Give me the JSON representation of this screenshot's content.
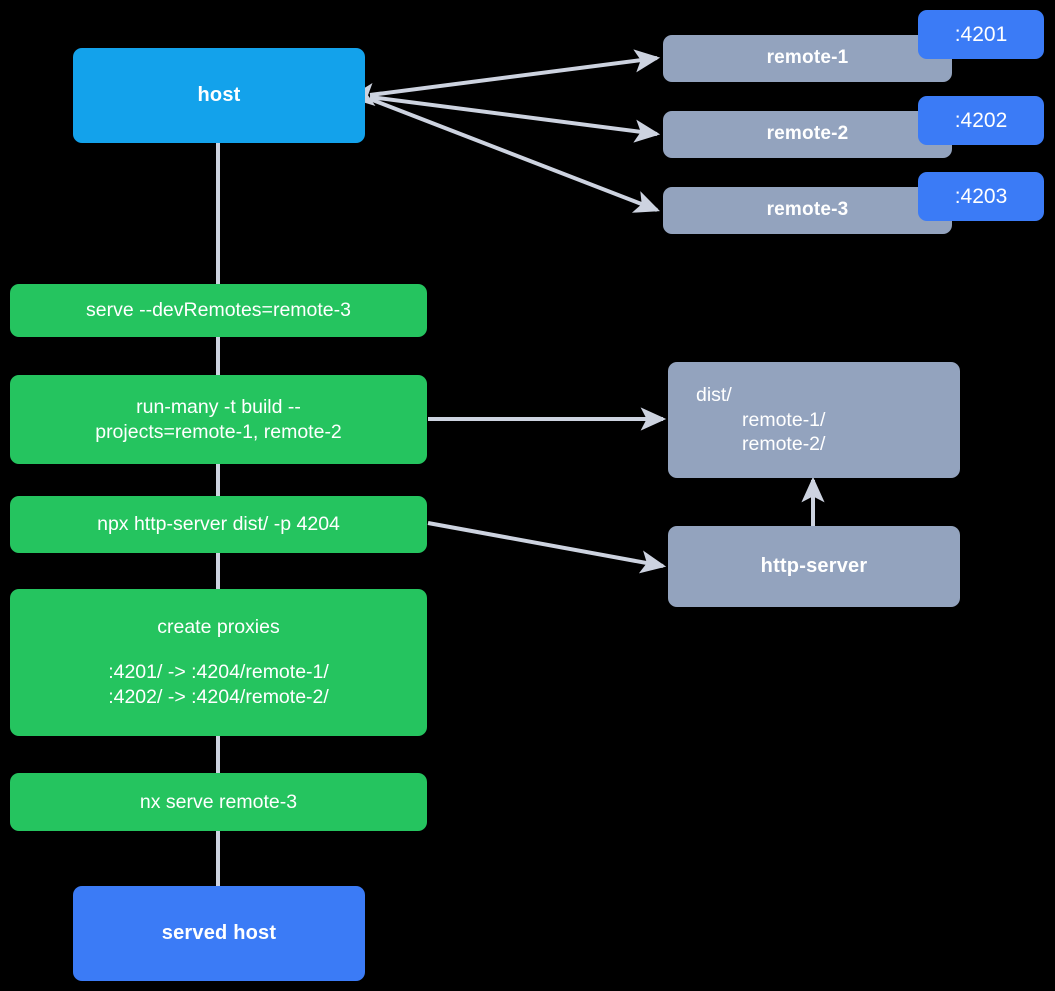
{
  "diagram": {
    "title": "Nx module federation host and remotes serve flow",
    "background": "#000000",
    "edge_color": "#cdd3e0",
    "colors": {
      "host": "#13a2eb",
      "served_host": "#3b7bf6",
      "remote": "#93a3be",
      "command": "#25c45f",
      "asset": "#93a3be",
      "service": "#93a3be",
      "badge": "#3b7bf6",
      "text": "#ffffff"
    }
  },
  "nodes": {
    "host": {
      "label": "host"
    },
    "remote_1": {
      "label": "remote-1",
      "port_badge": ":4201"
    },
    "remote_2": {
      "label": "remote-2",
      "port_badge": ":4202"
    },
    "remote_3": {
      "label": "remote-3",
      "port_badge": ":4203"
    },
    "cmd_serve": {
      "label": "serve --devRemotes=remote-3"
    },
    "cmd_run_many": {
      "line1": "run-many -t build --",
      "line2": "projects=remote-1, remote-2"
    },
    "cmd_http_server": {
      "label": "npx http-server dist/ -p 4204"
    },
    "cmd_create_proxies": {
      "line1": "create proxies",
      "line2": ":4201/ -> :4204/remote-1/",
      "line3": ":4202/ -> :4204/remote-2/"
    },
    "cmd_nx_serve": {
      "label": "nx serve remote-3"
    },
    "served_host": {
      "label": "served host"
    },
    "dist": {
      "line1": "dist/",
      "line2": "remote-1/",
      "line3": "remote-2/"
    },
    "http_server": {
      "label": "http-server"
    }
  },
  "edges": [
    {
      "name": "host-to-remote-1",
      "from": "host",
      "to": "remote_1",
      "arrow": "both"
    },
    {
      "name": "host-to-remote-2",
      "from": "host",
      "to": "remote_2",
      "arrow": "both"
    },
    {
      "name": "host-to-remote-3",
      "from": "host",
      "to": "remote_3",
      "arrow": "both"
    },
    {
      "name": "host-to-serve",
      "from": "host",
      "to": "cmd_serve",
      "arrow": "none"
    },
    {
      "name": "serve-to-run-many",
      "from": "cmd_serve",
      "to": "cmd_run_many",
      "arrow": "none"
    },
    {
      "name": "run-many-to-http-server-cmd",
      "from": "cmd_run_many",
      "to": "cmd_http_server",
      "arrow": "none"
    },
    {
      "name": "http-server-cmd-to-create-proxies",
      "from": "cmd_http_server",
      "to": "cmd_create_proxies",
      "arrow": "none"
    },
    {
      "name": "create-proxies-to-nx-serve",
      "from": "cmd_create_proxies",
      "to": "cmd_nx_serve",
      "arrow": "none"
    },
    {
      "name": "nx-serve-to-served-host",
      "from": "cmd_nx_serve",
      "to": "served_host",
      "arrow": "none"
    },
    {
      "name": "run-many-to-dist",
      "from": "cmd_run_many",
      "to": "dist",
      "arrow": "end"
    },
    {
      "name": "http-server-cmd-to-http-server",
      "from": "cmd_http_server",
      "to": "http_server",
      "arrow": "end"
    },
    {
      "name": "http-server-to-dist",
      "from": "http_server",
      "to": "dist",
      "arrow": "end"
    }
  ]
}
